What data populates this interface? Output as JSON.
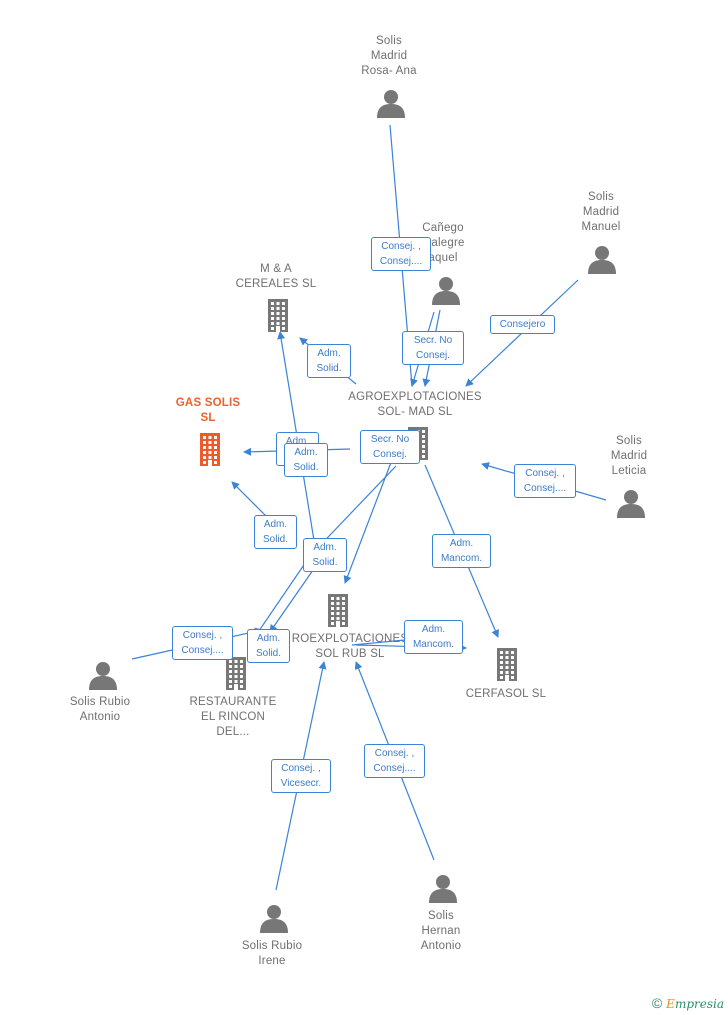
{
  "colors": {
    "edge": "#3b83d6",
    "person": "#777777",
    "company": "#777777",
    "main": "#ef5a2a"
  },
  "nodes": [
    {
      "id": "n1",
      "type": "person",
      "label": [
        "Solis",
        "Madrid",
        "Rosa- Ana"
      ]
    },
    {
      "id": "n2",
      "type": "person",
      "label": [
        "Solis",
        "Madrid",
        "Manuel"
      ]
    },
    {
      "id": "n3",
      "type": "person",
      "label": [
        "Cañego",
        "tealegre",
        "aquel"
      ]
    },
    {
      "id": "n4",
      "type": "company",
      "label": [
        "M & A",
        "CEREALES  SL"
      ]
    },
    {
      "id": "n5",
      "type": "company",
      "main": true,
      "label": [
        "GAS SOLIS",
        "SL"
      ]
    },
    {
      "id": "n6",
      "type": "company",
      "label": [
        "AGROEXPLOTACIONES",
        "SOL- MAD  SL"
      ]
    },
    {
      "id": "n7",
      "type": "person",
      "label": [
        "Solis",
        "Madrid",
        "Leticia"
      ]
    },
    {
      "id": "n8",
      "type": "company",
      "label": [
        "ROEXPLOTACIONES",
        "SOL RUB  SL"
      ]
    },
    {
      "id": "n9",
      "type": "company",
      "label": [
        "CERFASOL SL"
      ]
    },
    {
      "id": "n10",
      "type": "person",
      "label": [
        "Solis Rubio",
        "Antonio"
      ]
    },
    {
      "id": "n11",
      "type": "company",
      "label": [
        "RESTAURANTE",
        "EL RINCON",
        "DEL..."
      ]
    },
    {
      "id": "n12",
      "type": "person",
      "label": [
        "Solis Rubio",
        "Irene"
      ]
    },
    {
      "id": "n13",
      "type": "person",
      "label": [
        "Solis",
        "Hernan",
        "Antonio"
      ]
    }
  ],
  "edge_labels": [
    {
      "id": "e1",
      "lines": [
        "Consej. ,",
        "Consej...."
      ]
    },
    {
      "id": "e2",
      "lines": [
        "Secr.  No",
        "Consej."
      ]
    },
    {
      "id": "e3",
      "lines": [
        "Consejero"
      ]
    },
    {
      "id": "e4",
      "lines": [
        "Adm.",
        "Solid."
      ]
    },
    {
      "id": "e5",
      "lines": [
        "Adm.",
        "Solid."
      ]
    },
    {
      "id": "e6",
      "lines": [
        "Adm.",
        "Solid."
      ]
    },
    {
      "id": "e7",
      "lines": [
        "Secr.  No",
        "Consej."
      ]
    },
    {
      "id": "e8",
      "lines": [
        "Consej. ,",
        "Consej...."
      ]
    },
    {
      "id": "e9",
      "lines": [
        "Adm.",
        "Solid."
      ]
    },
    {
      "id": "e10",
      "lines": [
        "Adm.",
        "Solid."
      ]
    },
    {
      "id": "e11",
      "lines": [
        "Adm.",
        "Mancom."
      ]
    },
    {
      "id": "e12",
      "lines": [
        "Consej. ,",
        "Consej...."
      ]
    },
    {
      "id": "e13",
      "lines": [
        "Adm.",
        "Solid."
      ]
    },
    {
      "id": "e14",
      "lines": [
        "Adm.",
        "Mancom."
      ]
    },
    {
      "id": "e15",
      "lines": [
        "Consej. ,",
        "Vicesecr."
      ]
    },
    {
      "id": "e16",
      "lines": [
        "Consej. ,",
        "Consej...."
      ]
    }
  ],
  "footer": {
    "copyright": "©",
    "brand_first": "E",
    "brand_rest": "mpresia"
  }
}
